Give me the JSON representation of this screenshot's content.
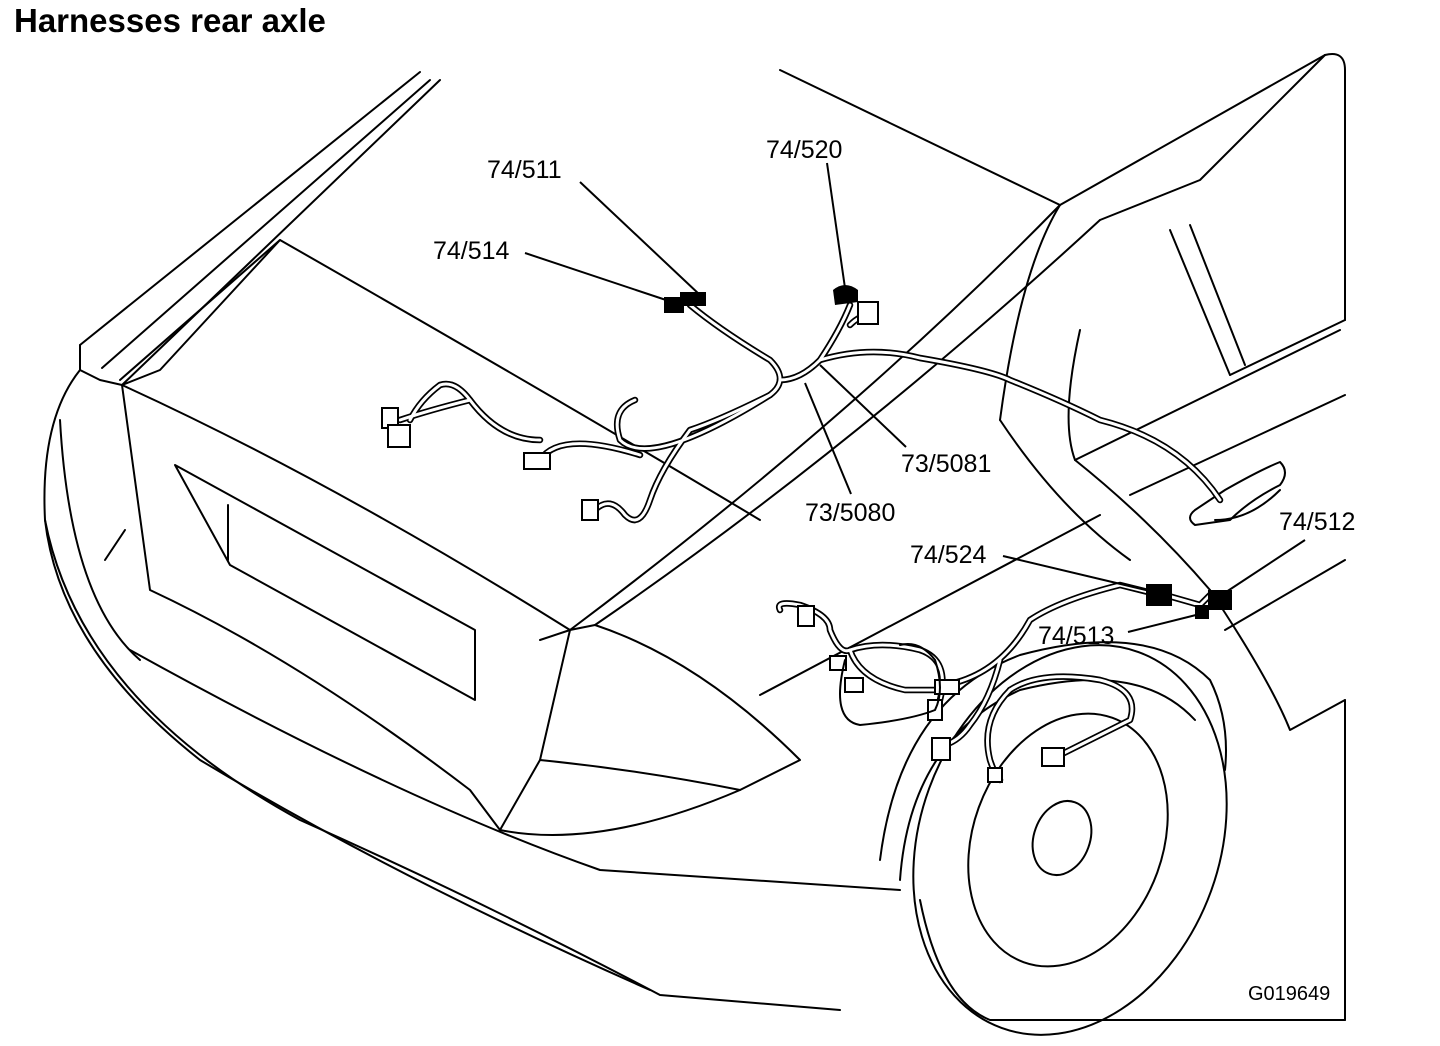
{
  "title": "Harnesses rear axle",
  "figure_id": "G019649",
  "callouts": {
    "c74_511": "74/511",
    "c74_514": "74/514",
    "c74_520": "74/520",
    "c73_5081": "73/5081",
    "c73_5080": "73/5080",
    "c74_512": "74/512",
    "c74_524": "74/524",
    "c74_513": "74/513"
  }
}
